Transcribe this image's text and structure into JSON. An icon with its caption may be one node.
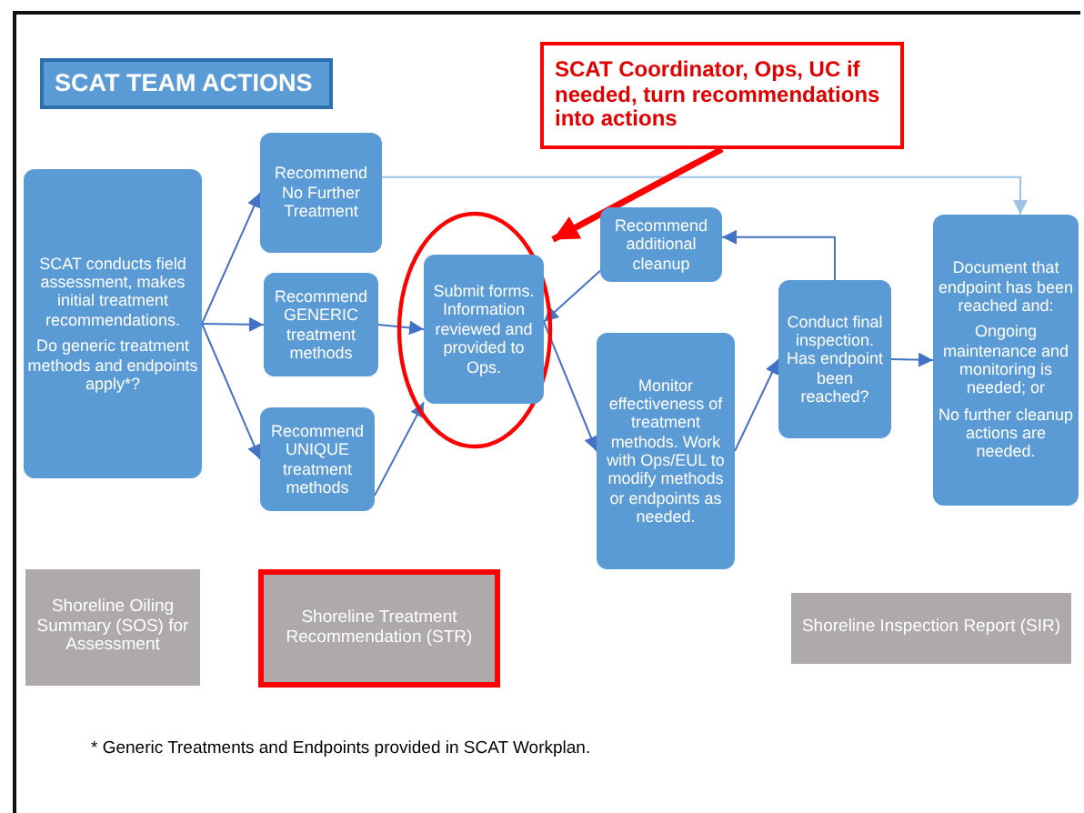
{
  "diagram": {
    "nodes": [
      {
        "text": [
          "SCAT TEAM ACTIONS"
        ]
      },
      {
        "text": [
          "SCAT Coordinator, Ops, UC if needed, turn recommendations into actions"
        ]
      },
      {
        "text": [
          "SCAT conducts field assessment, makes initial treatment recommendations.",
          "Do generic treatment methods and endpoints apply*?"
        ]
      },
      {
        "text": [
          "Recommend No Further Treatment"
        ]
      },
      {
        "text": [
          "Recommend GENERIC treatment methods"
        ]
      },
      {
        "text": [
          "Recommend UNIQUE treatment methods"
        ]
      },
      {
        "text": [],
        "shape": "circle"
      },
      {
        "text": [
          "Submit forms. Information reviewed and provided to Ops."
        ],
        "in": 6
      },
      {
        "text": [
          "Recommend additional cleanup"
        ]
      },
      {
        "text": [
          "Monitor effectiveness of treatment methods. Work with Ops/EUL to modify methods or endpoints as needed."
        ]
      },
      {
        "text": [
          "Conduct final inspection. Has endpoint been reached?"
        ]
      },
      {
        "text": [
          "Document that endpoint has been reached and:",
          "Ongoing maintenance and monitoring is needed; or",
          "No further cleanup actions are needed."
        ]
      },
      {
        "text": [
          "Shoreline Oiling Summary (SOS) for Assessment"
        ]
      },
      {
        "text": [
          "Shoreline Treatment Recommendation (STR)"
        ]
      },
      {
        "text": [
          "Shoreline Inspection Report (SIR)"
        ]
      }
    ],
    "edges": [
      {
        "from": 2,
        "to": 3,
        "arrow": "to"
      },
      {
        "from": 2,
        "to": 4,
        "arrow": "to"
      },
      {
        "from": 2,
        "to": 5,
        "arrow": "to"
      },
      {
        "from": 4,
        "to": 7,
        "arrow": "to"
      },
      {
        "from": 5,
        "to": 7,
        "arrow": "to"
      },
      {
        "from": 3,
        "to": 11,
        "arrow": "to",
        "color": "#9dc3e6"
      },
      {
        "from": 1,
        "to": 6,
        "arrow": "to",
        "style": "thick",
        "color": "#ff0000"
      },
      {
        "from": 8,
        "to": 7,
        "arrow": "to"
      },
      {
        "from": 7,
        "to": 9,
        "arrow": "to"
      },
      {
        "from": 9,
        "to": 10,
        "arrow": "to"
      },
      {
        "from": 10,
        "to": 8,
        "arrow": "to"
      },
      {
        "from": 10,
        "to": 11,
        "arrow": "to"
      }
    ],
    "labels": [
      "* Generic Treatments and Endpoints provided in SCAT Workplan."
    ]
  }
}
